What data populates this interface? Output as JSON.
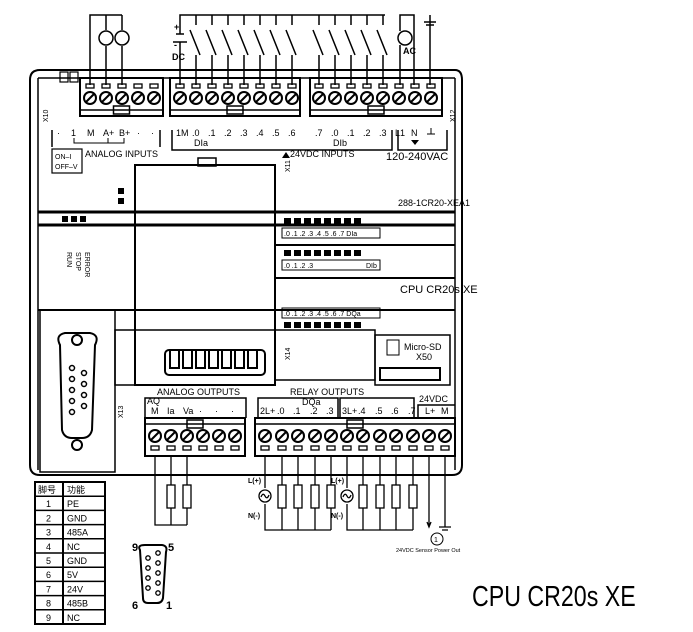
{
  "top": {
    "analog_labels": [
      "·",
      "1",
      "M",
      "A+",
      "B+",
      "·",
      "·"
    ],
    "analog_title": "ANALOG INPUTS",
    "switch_labels": [
      "ON–I",
      "OFF–V"
    ],
    "dia_labels": [
      "1M",
      ".0",
      ".1",
      ".2",
      ".3",
      ".4",
      ".5",
      ".6"
    ],
    "dia_group": "DIa",
    "dib_labels": [
      ".7",
      ".0",
      ".1",
      ".2",
      ".3"
    ],
    "dib_group": "DIb",
    "inputs_title": "24VDC INPUTS",
    "power_labels": [
      "L1",
      "N"
    ],
    "power_title": "120-240VAC",
    "dc_label": "DC",
    "ac_label": "AC",
    "x10": "X10",
    "x11": "X11",
    "x12": "X12"
  },
  "module": {
    "part_number": "288-1CR20-XEA1",
    "model": "CPU CR20s XE",
    "status_leds": [
      "RUN",
      "STOP",
      "ERROR"
    ],
    "dia_leds": ".0 .1 .2 .3 .4 .5 .6 .7 DIa",
    "dib_leds": ".0 .1 .2 .3",
    "dib_leds_tag": "DIb",
    "dqa_leds": ".0 .1 .2 .3 .4 .5 .6 .7 DQa",
    "sd_label": "Micro-SD",
    "sd_port": "X50",
    "x13": "X13",
    "x14": "X14"
  },
  "bottom": {
    "analog_title": "ANALOG  OUTPUTS",
    "aq": "AQ",
    "analog_labels": [
      "M",
      "Ia",
      "Va",
      "·",
      "·",
      "·"
    ],
    "relay_title": "RELAY  OUTPUTS",
    "dqa": "DQa",
    "relay_labels_a": [
      "2L+",
      ".0",
      ".1",
      ".2",
      ".3"
    ],
    "relay_labels_b": [
      "3L+",
      ".4",
      ".5",
      ".6",
      ".7"
    ],
    "sensor_title": "24VDC",
    "sensor_labels": [
      "L+",
      "M"
    ],
    "lplus": "L(+)",
    "nminus": "N(-)",
    "note_number": "1",
    "sensor_note": "24VDC Sensor Power Out"
  },
  "pin_table": {
    "headers": [
      "脚号",
      "功能"
    ],
    "rows": [
      [
        "1",
        "PE"
      ],
      [
        "2",
        "GND"
      ],
      [
        "3",
        "485A"
      ],
      [
        "4",
        "NC"
      ],
      [
        "5",
        "GND"
      ],
      [
        "6",
        "5V"
      ],
      [
        "7",
        "24V"
      ],
      [
        "8",
        "485B"
      ],
      [
        "9",
        "NC"
      ]
    ]
  },
  "db9": {
    "pins": [
      "9",
      "5",
      "6",
      "1"
    ]
  },
  "title": "CPU  CR20s XE"
}
